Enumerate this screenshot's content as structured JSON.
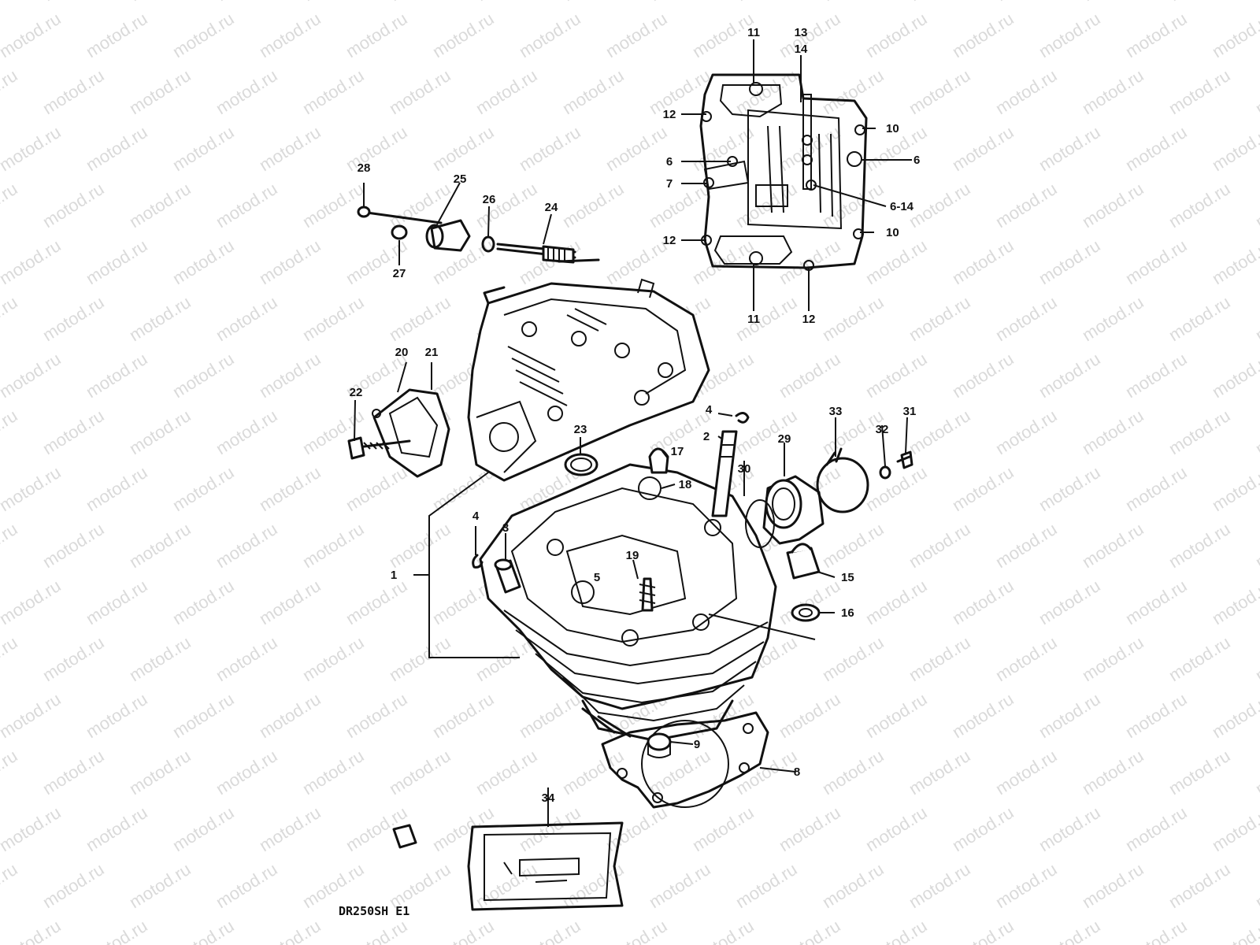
{
  "watermark": "motod.ru",
  "model_code": "DR250SH E1",
  "callouts": {
    "c1": "1",
    "c2": "2",
    "c3": "3",
    "c4a": "4",
    "c4b": "4",
    "c5": "5",
    "c6a": "6",
    "c6b": "6",
    "c614": "6-14",
    "c7": "7",
    "c8": "8",
    "c9": "9",
    "c10a": "10",
    "c10b": "10",
    "c11a": "11",
    "c11b": "11",
    "c12a": "12",
    "c12b": "12",
    "c12c": "12",
    "c13": "13",
    "c14": "14",
    "c15": "15",
    "c16": "16",
    "c17": "17",
    "c18": "18",
    "c19": "19",
    "c20": "20",
    "c21": "21",
    "c22": "22",
    "c23": "23",
    "c24": "24",
    "c25": "25",
    "c26": "26",
    "c27": "27",
    "c28": "28",
    "c29": "29",
    "c30": "30",
    "c31": "31",
    "c32": "32",
    "c33": "33",
    "c34": "34"
  }
}
